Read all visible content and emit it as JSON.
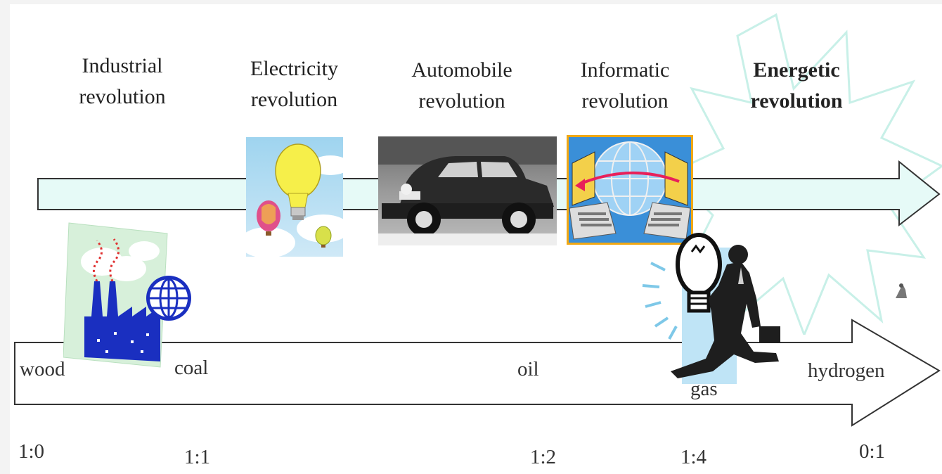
{
  "revolutions": [
    {
      "line1": "Industrial",
      "line2": "revolution"
    },
    {
      "line1": "Electricity",
      "line2": "revolution"
    },
    {
      "line1": "Automobile",
      "line2": "revolution"
    },
    {
      "line1": "Informatic",
      "line2": "revolution"
    },
    {
      "line1": "Energetic",
      "line2": "revolution"
    }
  ],
  "fuels": [
    "wood",
    "coal",
    "oil",
    "gas",
    "hydrogen"
  ],
  "ratios": [
    "1:0",
    "1:1",
    "1:2",
    "1:4",
    "0:1"
  ],
  "colors": {
    "upper_arrow_fill": "#e6faf7",
    "burst_outline": "#c8f0e8",
    "factory_blue": "#1a2fc0",
    "lightbulb_yellow": "#f6ef4a",
    "computer_bg": "#3a8fd8"
  },
  "icons": [
    "factory-globe-icon",
    "lightbulb-balloon-icon",
    "vintage-car-icon",
    "computer-network-icon",
    "man-with-lightbulb-icon"
  ]
}
